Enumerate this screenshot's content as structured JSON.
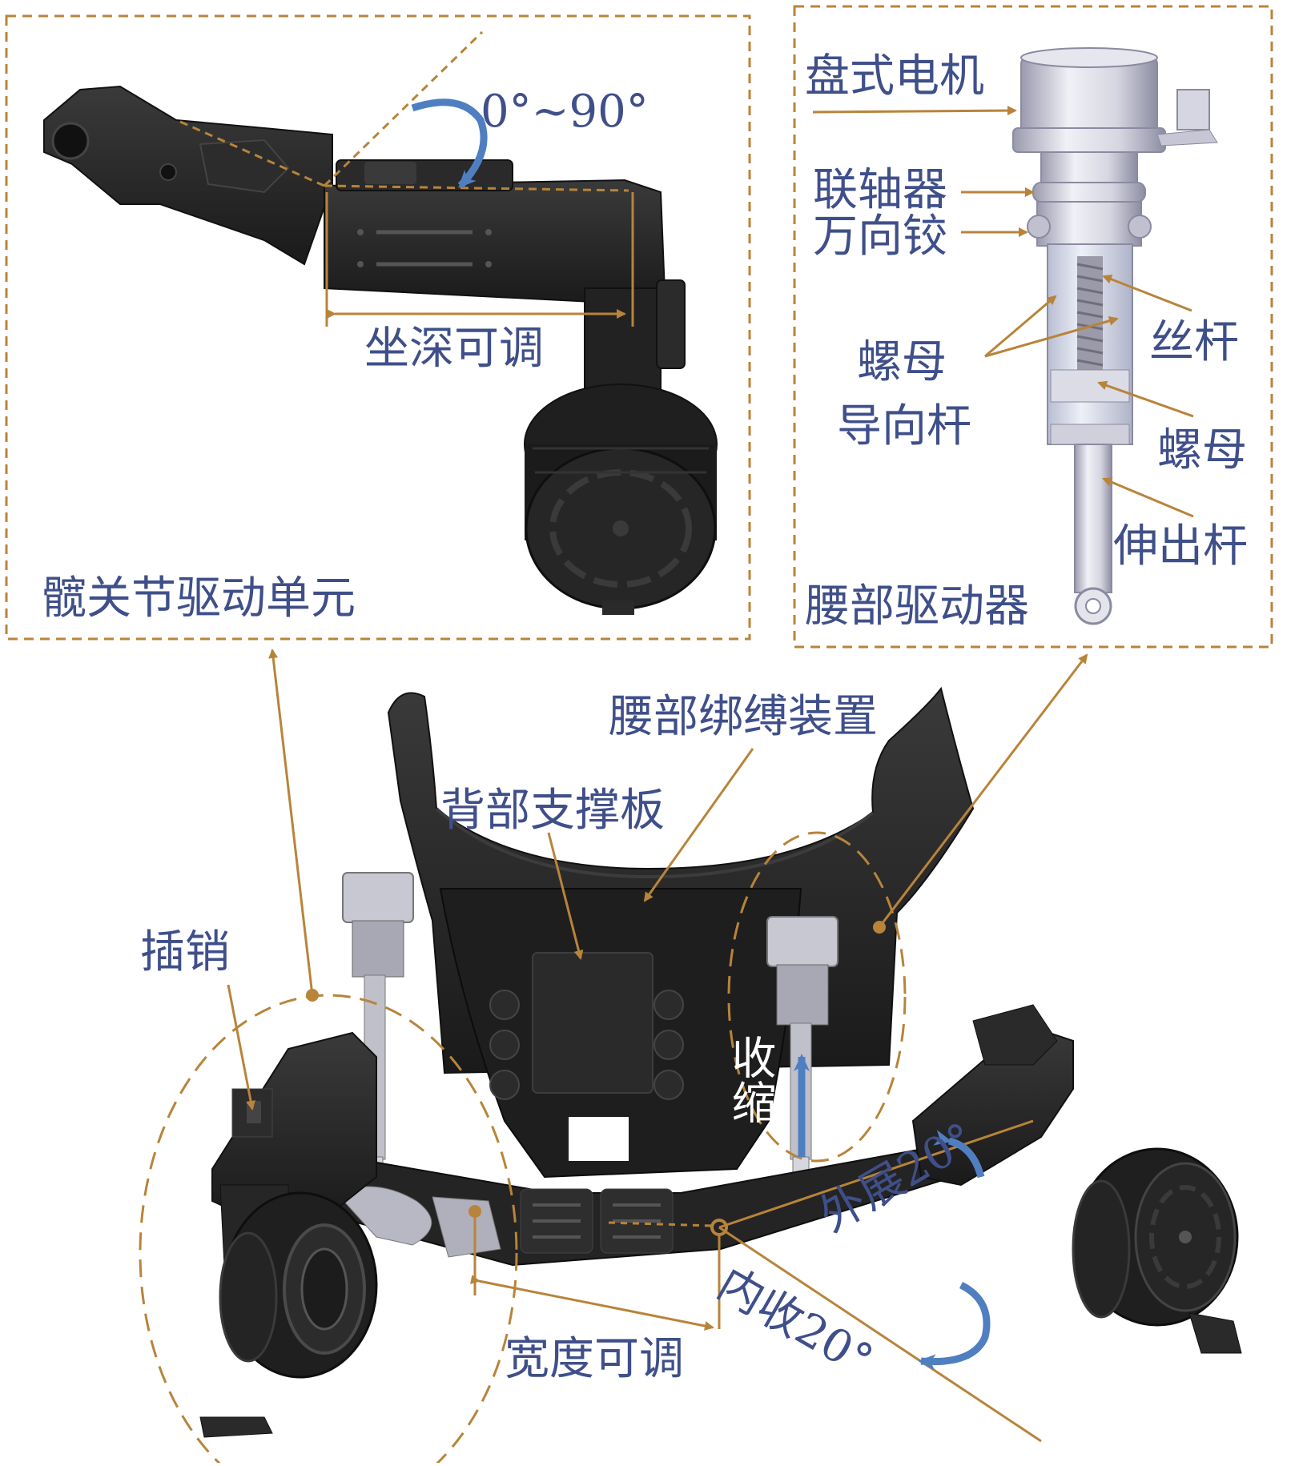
{
  "colors": {
    "label_text": "#3f4f8a",
    "callout_line": "#b8843a",
    "rotation_arrow": "#4f7fc0",
    "part_dark": "#232323",
    "part_light": "#c9c9d4"
  },
  "hip_unit": {
    "panel_title": "髋关节驱动单元",
    "angle_range": "0°~90°",
    "depth_label": "坐深可调"
  },
  "waist_actuator": {
    "panel_title": "腰部驱动器",
    "parts": {
      "disc_motor": "盘式电机",
      "coupling": "联轴器",
      "universal_joint": "万向铰",
      "nut_guide_rod_line1": "螺母",
      "nut_guide_rod_line2": "导向杆",
      "lead_screw": "丝杆",
      "nut": "螺母",
      "extension_rod": "伸出杆"
    }
  },
  "assembly": {
    "waist_binding": "腰部绑缚装置",
    "back_support": "背部支撑板",
    "pin": "插销",
    "retract": "收缩",
    "abduction": "外展20°",
    "adduction": "内收20°",
    "width_label": "宽度可调"
  }
}
